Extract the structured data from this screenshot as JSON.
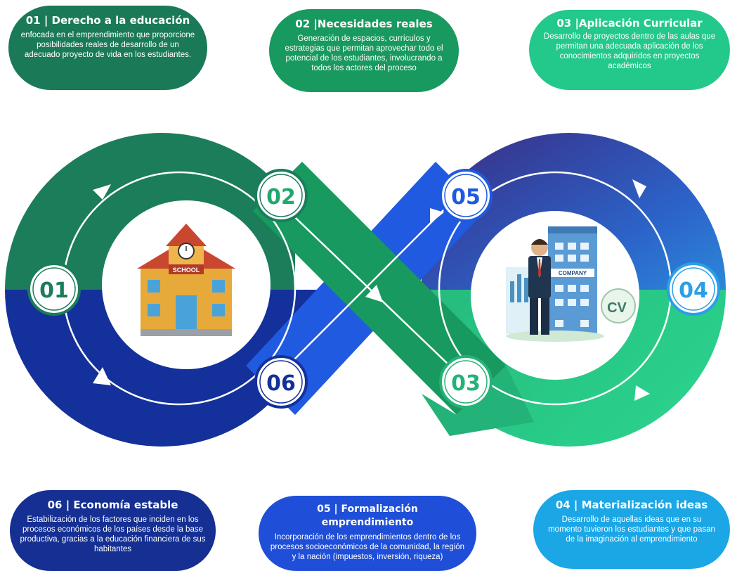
{
  "cards": {
    "c01": {
      "title": "01 | Derecho a la educación",
      "text": "enfocada en el emprendimiento que proporcione posibilidades reales de desarrollo de un adecuado proyecto de vida en los estudiantes.",
      "color": "#1a7a58"
    },
    "c02": {
      "title": "02 |Necesidades reales",
      "text": "Generación de espacios, currículos y estrategias que permitan aprovechar todo el potencial de los estudiantes, involucrando a todos los actores del proceso",
      "color": "#18995f"
    },
    "c03": {
      "title": "03 |Aplicación Curricular",
      "text": "Desarrollo de proyectos dentro de las aulas que permitan una adecuada aplicación de los conocimientos adquiridos en proyectos académicos",
      "color": "#22c98a"
    },
    "c04": {
      "title": "04 | Materialización ideas",
      "text": "Desarrollo de aquellas ideas que en su momento tuvieron los estudiantes y que pasan de la imaginación al emprendimiento",
      "color": "#1ba6e6"
    },
    "c05": {
      "title": "05 | Formalización emprendimiento",
      "text": "Incorporación de los emprendimientos dentro de los procesos socioeconómicos de la comunidad, la región y la nación (impuestos, inversión, riqueza)",
      "color": "#1f4fd8"
    },
    "c06": {
      "title": "06 | Economía estable",
      "text": "Estabilización de los factores que inciden en los procesos económicos de los países desde la base productiva, gracias a la educación financiera de sus habitantes",
      "color": "#152f92"
    }
  },
  "nodes": {
    "n01": "01",
    "n02": "02",
    "n03": "03",
    "n04": "04",
    "n05": "05",
    "n06": "06"
  },
  "illustrations": {
    "school_sign": "SCHOOL",
    "company_sign": "COMPANY",
    "cv_label": "CV"
  },
  "colors": {
    "dark_green": "#1b7d5a",
    "mid_green": "#20a86e",
    "light_green": "#2bd58f",
    "navy": "#14309a",
    "blue": "#1f5ae0",
    "purple": "#3c2b86",
    "sky": "#2a9fe8"
  }
}
